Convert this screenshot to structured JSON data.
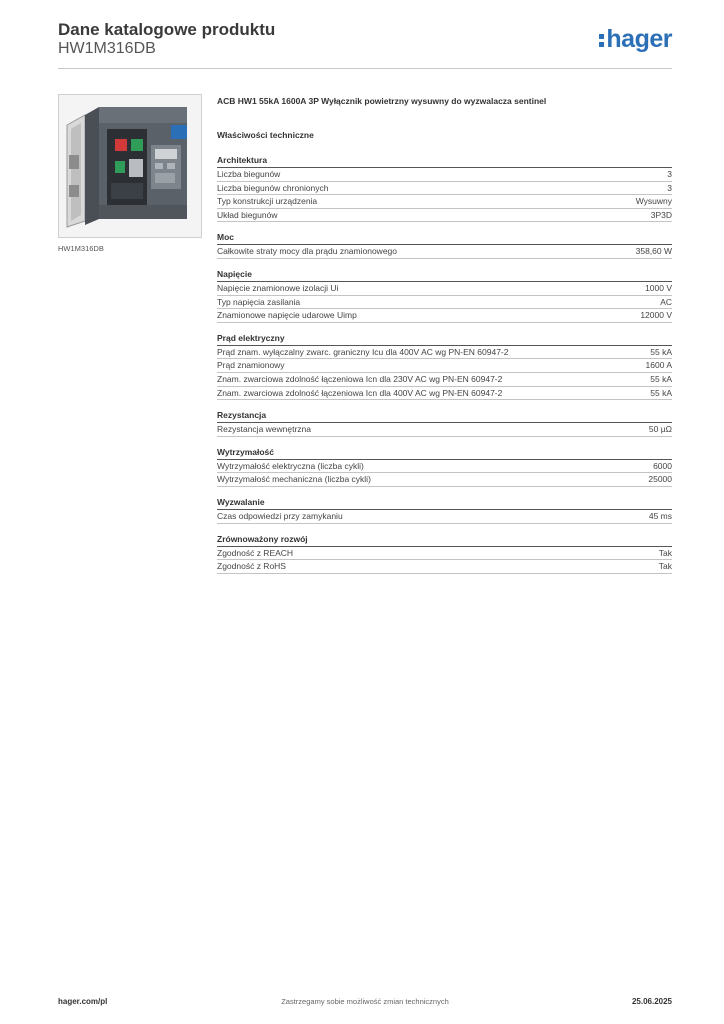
{
  "header": {
    "title": "Dane katalogowe produktu",
    "product_code": "HW1M316DB",
    "logo_text": "hager",
    "colors": {
      "brand": "#2b6fb7",
      "rule": "#c8c8c8"
    }
  },
  "product": {
    "image_caption": "HW1M316DB",
    "description": "ACB HW1 55kA 1600A 3P Wyłącznik powietrzny wysuwny do wyzwalacza sentinel",
    "image_icon": "air-circuit-breaker-icon"
  },
  "tech_heading": "Właściwości techniczne",
  "sections": [
    {
      "title": "Architektura",
      "rows": [
        {
          "label": "Liczba biegunów",
          "value": "3"
        },
        {
          "label": "Liczba biegunów chronionych",
          "value": "3"
        },
        {
          "label": "Typ konstrukcji urządzenia",
          "value": "Wysuwny"
        },
        {
          "label": "Układ biegunów",
          "value": "3P3D"
        }
      ]
    },
    {
      "title": "Moc",
      "rows": [
        {
          "label": "Całkowite straty mocy dla prądu znamionowego",
          "value": "358,60 W"
        }
      ]
    },
    {
      "title": "Napięcie",
      "rows": [
        {
          "label": "Napięcie znamionowe izolacji Ui",
          "value": "1000 V"
        },
        {
          "label": "Typ napięcia zasilania",
          "value": "AC"
        },
        {
          "label": "Znamionowe napięcie udarowe Uimp",
          "value": "12000 V"
        }
      ]
    },
    {
      "title": "Prąd elektryczny",
      "rows": [
        {
          "label": "Prąd znam. wyłączalny zwarc. graniczny Icu dla 400V AC wg PN-EN 60947-2",
          "value": "55 kA"
        },
        {
          "label": "Prąd znamionowy",
          "value": "1600 A"
        },
        {
          "label": "Znam. zwarciowa zdolność łączeniowa Icn dla 230V AC wg PN-EN 60947-2",
          "value": "55 kA"
        },
        {
          "label": "Znam. zwarciowa zdolność łączeniowa Icn dla 400V AC wg PN-EN 60947-2",
          "value": "55 kA"
        }
      ]
    },
    {
      "title": "Rezystancja",
      "rows": [
        {
          "label": "Rezystancja wewnętrzna",
          "value": "50 µΩ"
        }
      ]
    },
    {
      "title": "Wytrzymałość",
      "rows": [
        {
          "label": "Wytrzymałość elektryczna (liczba cykli)",
          "value": "6000"
        },
        {
          "label": "Wytrzymałość mechaniczna (liczba cykli)",
          "value": "25000"
        }
      ]
    },
    {
      "title": "Wyzwalanie",
      "rows": [
        {
          "label": "Czas odpowiedzi przy zamykaniu",
          "value": "45 ms"
        }
      ]
    },
    {
      "title": "Zrównoważony rozwój",
      "rows": [
        {
          "label": "Zgodność z REACH",
          "value": "Tak"
        },
        {
          "label": "Zgodność z RoHS",
          "value": "Tak"
        }
      ]
    }
  ],
  "footer": {
    "website": "hager.com/pl",
    "disclaimer": "Zastrzegamy sobie możliwość zmian technicznych",
    "date": "25.06.2025"
  }
}
